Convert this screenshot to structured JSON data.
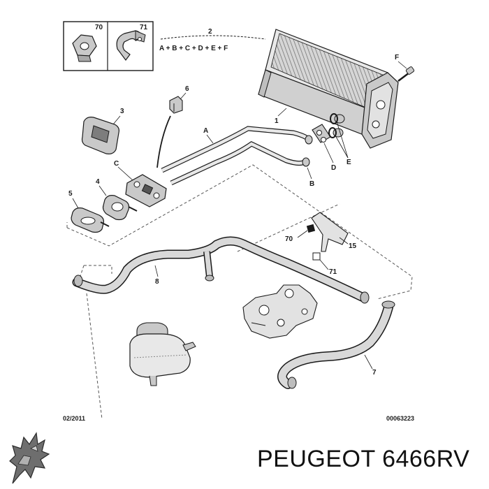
{
  "diagram": {
    "callouts": {
      "n70_box": "70",
      "n71_box": "71",
      "n2": "2",
      "n2_sequence": "A + B + C + D + E + F",
      "F": "F",
      "n1": "1",
      "n6": "6",
      "n3": "3",
      "A": "A",
      "C": "C",
      "n4": "4",
      "n5": "5",
      "D": "D",
      "E": "E",
      "B": "B",
      "n70": "70",
      "n15": "15",
      "n71": "71",
      "n8": "8",
      "n7": "7"
    },
    "date_code": "02/2011",
    "doc_number": "00063223"
  },
  "brand_line": "PEUGEOT 6466RV",
  "colors": {
    "line": "#1a1a1a",
    "part_fill": "#c9c9c9",
    "part_light": "#e2e2e2",
    "dashed": "#555555"
  },
  "icons": {
    "logo": "peugeot-lion-icon"
  }
}
